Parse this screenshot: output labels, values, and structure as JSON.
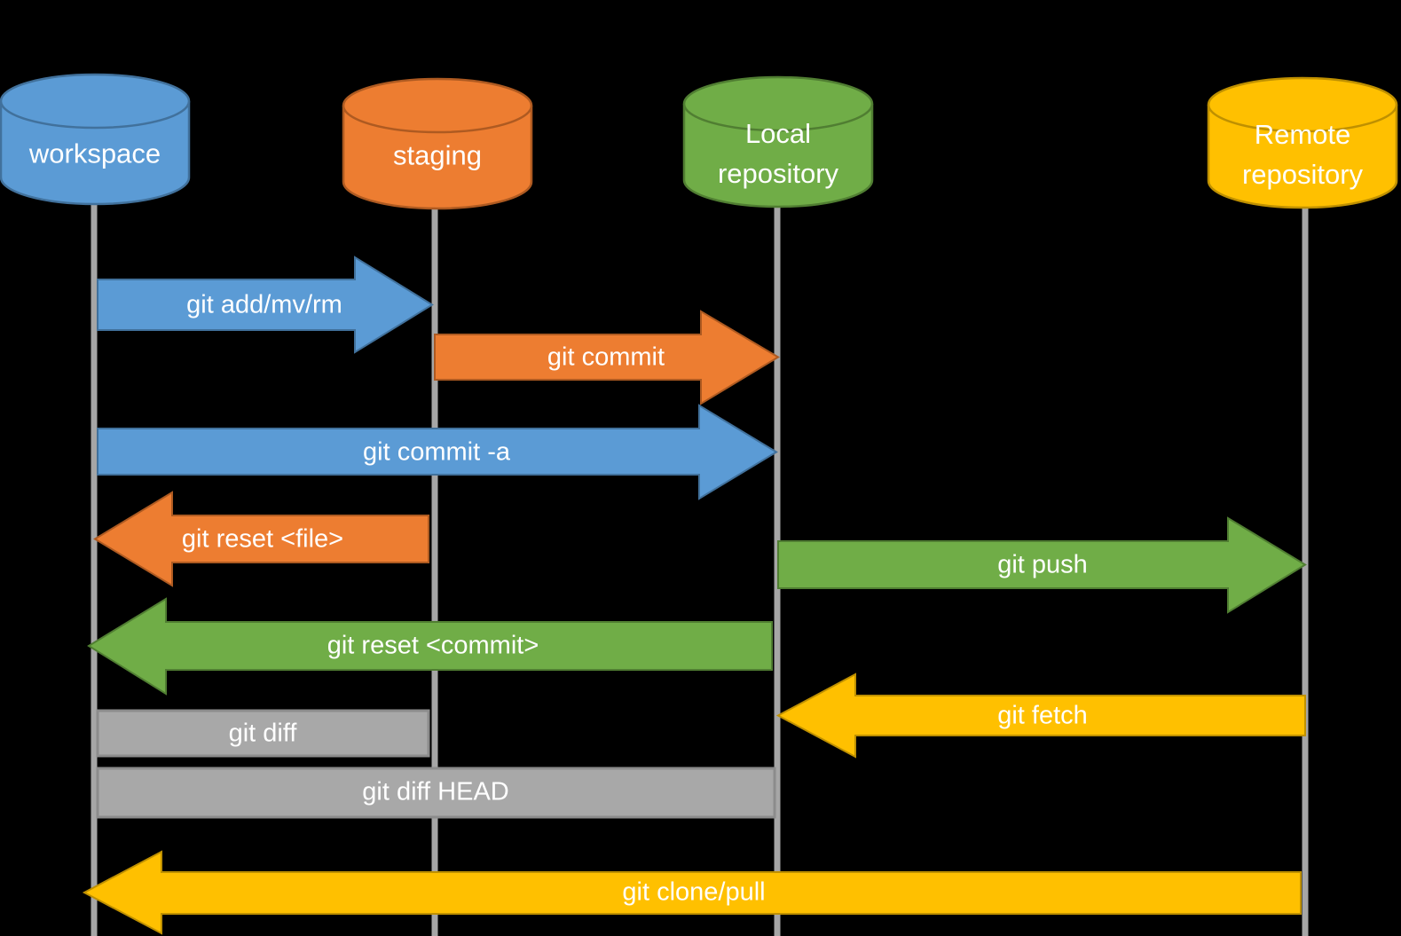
{
  "diagram": {
    "kind": "git-data-transport-diagram",
    "background_color": "#000000",
    "lifeline_color": "#A6A6A6",
    "text_color": "#FFFFFF"
  },
  "palette": {
    "blue": "#5B9BD5",
    "blue_border": "#41719C",
    "orange": "#ED7D31",
    "orange_border": "#AE5A21",
    "green": "#70AD47",
    "green_border": "#507E32",
    "gold": "#FFC000",
    "gold_border": "#BF9000",
    "gray": "#A8A8A8",
    "gray_border": "#8C8C8C"
  },
  "nodes": [
    {
      "id": "workspace",
      "label": "workspace",
      "color": "#5B9BD5",
      "border": "#41719C"
    },
    {
      "id": "staging",
      "label": "staging",
      "color": "#ED7D31",
      "border": "#AE5A21"
    },
    {
      "id": "local-repository",
      "label": "Local\nrepository",
      "color": "#70AD47",
      "border": "#507E32"
    },
    {
      "id": "remote-repository",
      "label": "Remote\nrepository",
      "color": "#FFC000",
      "border": "#BF9000"
    }
  ],
  "arrows": [
    {
      "label": "git add/mv/rm",
      "from": "workspace",
      "to": "staging",
      "direction": "right",
      "color": "#5B9BD5"
    },
    {
      "label": "git commit",
      "from": "staging",
      "to": "local-repository",
      "direction": "right",
      "color": "#ED7D31"
    },
    {
      "label": "git commit -a",
      "from": "workspace",
      "to": "local-repository",
      "direction": "right",
      "color": "#5B9BD5"
    },
    {
      "label": "git reset <file>",
      "from": "staging",
      "to": "workspace",
      "direction": "left",
      "color": "#ED7D31"
    },
    {
      "label": "git push",
      "from": "local-repository",
      "to": "remote-repository",
      "direction": "right",
      "color": "#70AD47"
    },
    {
      "label": "git reset <commit>",
      "from": "local-repository",
      "to": "workspace",
      "direction": "left",
      "color": "#70AD47"
    },
    {
      "label": "git fetch",
      "from": "remote-repository",
      "to": "local-repository",
      "direction": "left",
      "color": "#FFC000"
    },
    {
      "label": "git diff",
      "from": "workspace",
      "to": "staging",
      "direction": "none",
      "color": "#A8A8A8"
    },
    {
      "label": "git diff HEAD",
      "from": "workspace",
      "to": "local-repository",
      "direction": "none",
      "color": "#A8A8A8"
    },
    {
      "label": "git clone/pull",
      "from": "remote-repository",
      "to": "workspace",
      "direction": "left",
      "color": "#FFC000"
    }
  ]
}
